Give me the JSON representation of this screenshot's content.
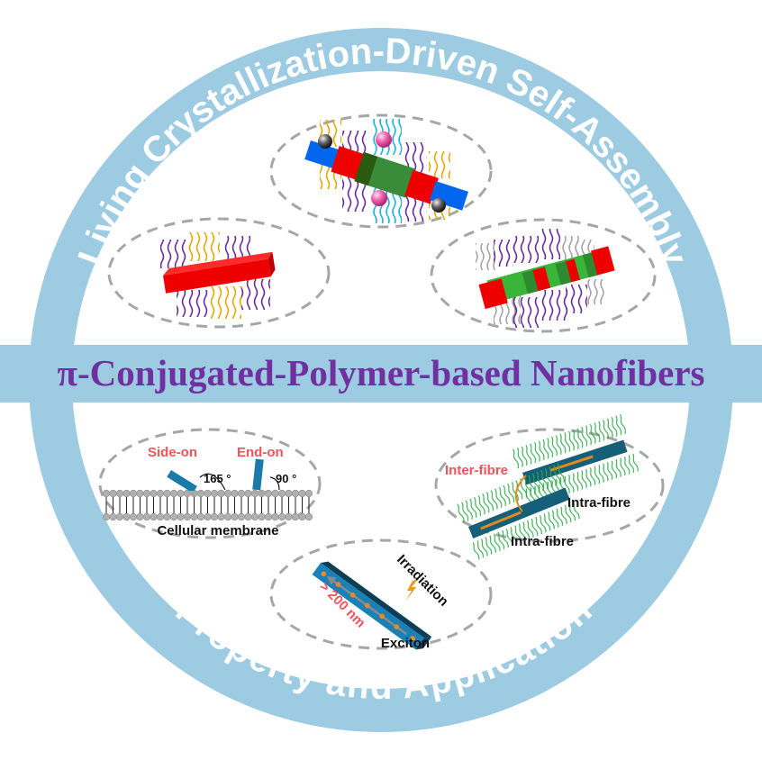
{
  "title": {
    "top_arc": "Living Crystallization-Driven Self-Assembly",
    "bottom_arc": "Property and Application",
    "central_band": "π-Conjugated-Polymer-based Nanofibers"
  },
  "colors": {
    "ring": "#9ccbe2",
    "band_text": "#7030a0",
    "red_label": "#f0545a",
    "dashed_outline": "#a6a6a6",
    "block_red": "#ee0000",
    "block_green": "#3aa83a",
    "block_blue": "#0066ee",
    "fibre_teal": "#1e6f8a",
    "chain_purple": "#6a2a9a",
    "chain_gold": "#e0a800",
    "chain_cyan": "#1ab0e0",
    "chain_grey": "#9a9a9a",
    "chain_green": "#2eaa4a"
  },
  "assembly_panels": [
    {
      "name": "triblock-comicelle",
      "description": "blue-red-green-red-blue segmented micelle with spheres"
    },
    {
      "name": "homopolymer-seed",
      "description": "red crystalline core with purple and gold coronas"
    },
    {
      "name": "multiblock-comicelle",
      "description": "alternating red-green segmented micelle"
    }
  ],
  "application_panels": {
    "membrane": {
      "side_on_label": "Side-on",
      "end_on_label": "End-on",
      "side_on_angle": "165 °",
      "end_on_angle": "90 °",
      "caption": "Cellular membrane"
    },
    "transport": {
      "inter_label": "Inter-fibre",
      "intra_label_1": "Intra-fibre",
      "intra_label_2": "Intra-fibre"
    },
    "exciton": {
      "length_label": "> 200 nm",
      "irradiation_label": "Irradiation",
      "caption": "Exciton"
    }
  }
}
